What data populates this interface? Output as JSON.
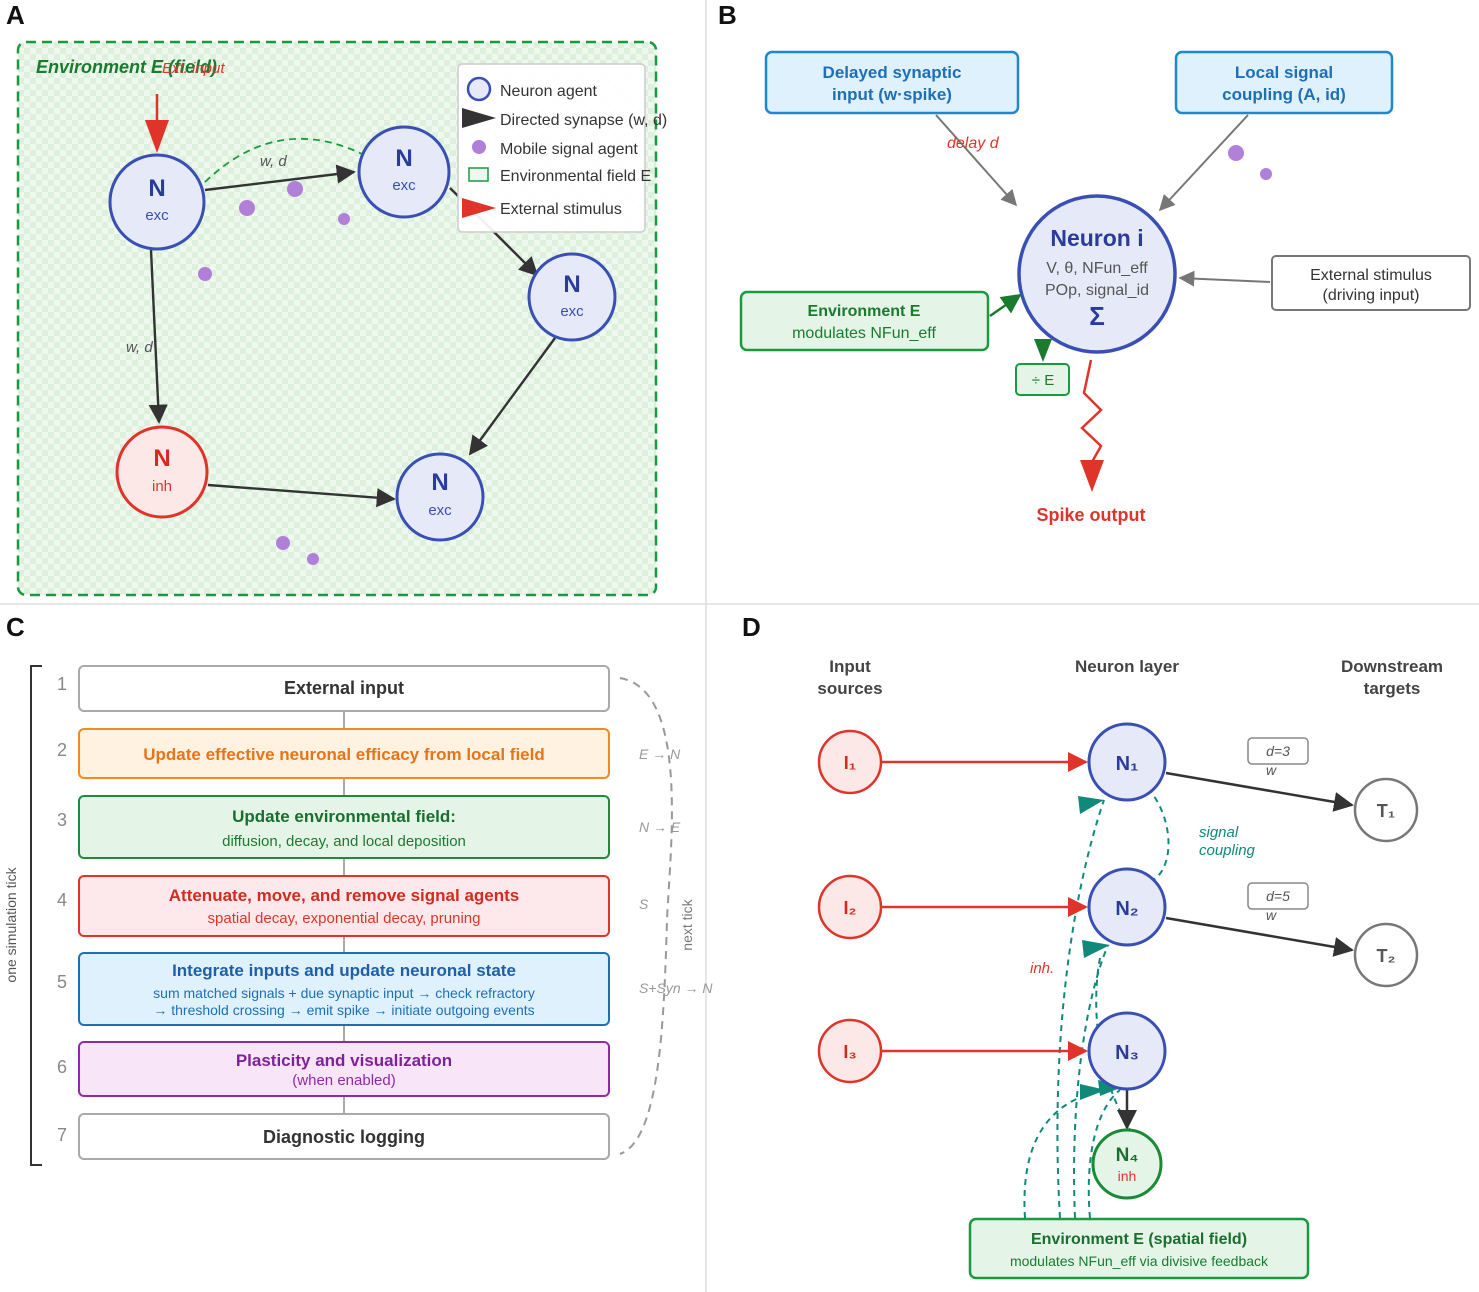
{
  "colors": {
    "blue": "#3a4fb3",
    "blue_fill": "#e6e9f7",
    "red": "#e0342a",
    "red_fill": "#fde8e8",
    "green": "#1a9a3e",
    "teal": "#0f8a7a",
    "purple": "#b07fd8",
    "dark": "#333333",
    "gray": "#777777"
  },
  "panel_a": {
    "letter": "A",
    "env_label": "Environment E (field)",
    "ext_input_label": "Ext. input",
    "node_main": "N",
    "exc": "exc",
    "inh": "inh",
    "edge_label": "w, d",
    "legend": {
      "neuron": "Neuron agent",
      "synapse": "Directed synapse (w, d)",
      "signal": "Mobile signal agent",
      "field": "Environmental field E",
      "stimulus": "External stimulus"
    }
  },
  "panel_b": {
    "letter": "B",
    "delayed_line1": "Delayed synaptic",
    "delayed_line2": "input (w·spike)",
    "local_line1": "Local signal",
    "local_line2": "coupling (A, id)",
    "delay_label": "delay d",
    "neuron_title": "Neuron i",
    "neuron_line1": "V, θ, NFun_eff",
    "neuron_line2": "POp, signal_id",
    "neuron_sigma": "Σ",
    "env_line1": "Environment E",
    "env_line2": "modulates NFun_eff",
    "ext_line1": "External stimulus",
    "ext_line2": "(driving input)",
    "div_label": "÷ E",
    "spike_label": "Spike output"
  },
  "panel_c": {
    "letter": "C",
    "bracket_label": "one simulation tick",
    "next_tick": "next tick",
    "steps": [
      {
        "num": "1",
        "title": "External input",
        "sub": "",
        "sub2": ""
      },
      {
        "num": "2",
        "title": "Update effective neuronal efficacy from local field",
        "sub": "",
        "sub2": ""
      },
      {
        "num": "3",
        "title": "Update environmental field:",
        "sub": "diffusion, decay, and local deposition",
        "sub2": ""
      },
      {
        "num": "4",
        "title": "Attenuate, move, and remove signal agents",
        "sub": "spatial decay, exponential decay, pruning",
        "sub2": ""
      },
      {
        "num": "5",
        "title": "Integrate inputs and update neuronal state",
        "sub": "sum matched signals + due synaptic input → check refractory",
        "sub2": "→ threshold crossing → emit spike → initiate outgoing events"
      },
      {
        "num": "6",
        "title": "Plasticity and visualization",
        "sub": "(when enabled)",
        "sub2": ""
      },
      {
        "num": "7",
        "title": "Diagnostic logging",
        "sub": "",
        "sub2": ""
      }
    ],
    "side_labels": [
      "E → N",
      "N → E",
      "S",
      "S+Syn → N"
    ]
  },
  "panel_d": {
    "letter": "D",
    "col_input_1": "Input",
    "col_input_2": "sources",
    "col_neuron": "Neuron layer",
    "col_target_1": "Downstream",
    "col_target_2": "targets",
    "inputs": [
      "I₁",
      "I₂",
      "I₃"
    ],
    "neurons": [
      "N₁",
      "N₂",
      "N₃"
    ],
    "n4": "N₄",
    "n4_sub": "inh",
    "targets": [
      "T₁",
      "T₂"
    ],
    "d1": "d=3",
    "d2": "d=5",
    "w": "w",
    "coupling_1": "signal",
    "coupling_2": "coupling",
    "inh_label": "inh.",
    "env_line1": "Environment E (spatial field)",
    "env_line2": "modulates NFun_eff via divisive feedback"
  }
}
